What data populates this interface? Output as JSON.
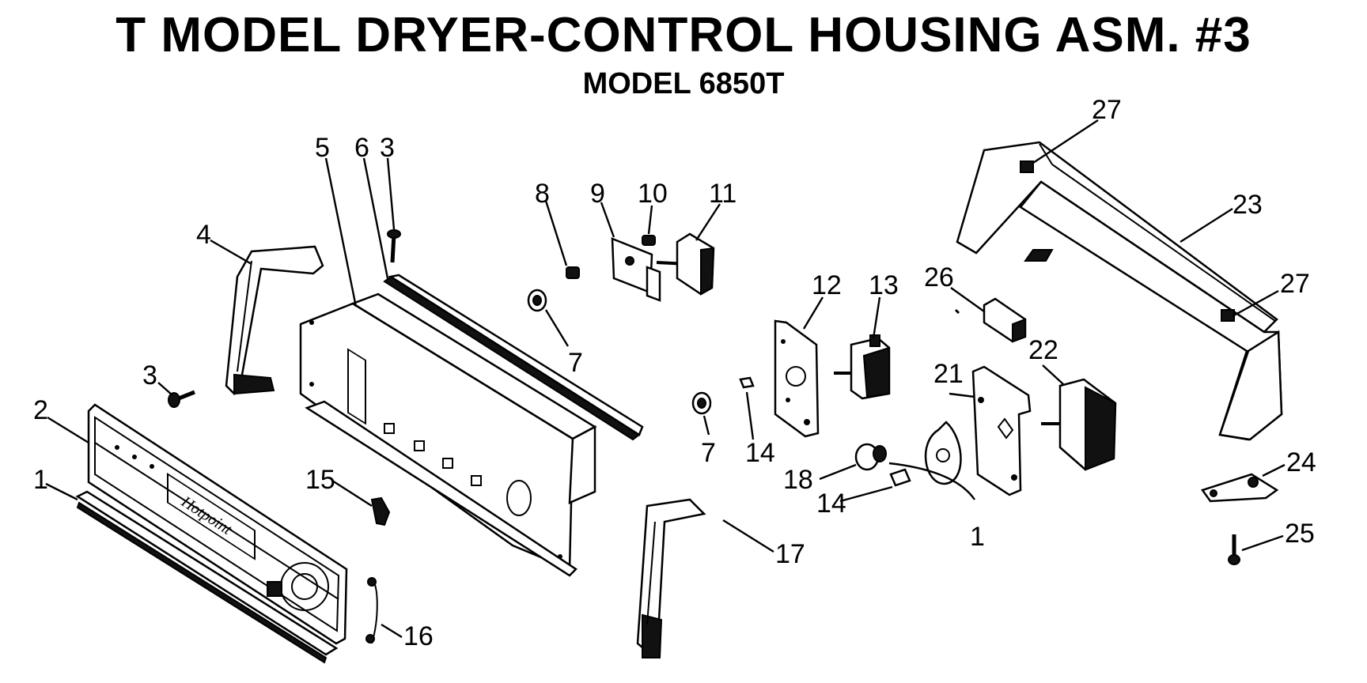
{
  "title": "T MODEL DRYER-CONTROL HOUSING ASM. #3",
  "subtitle": "MODEL 6850T",
  "panel_brand": "Hotpoint",
  "callouts": {
    "c1a": "1",
    "c2": "2",
    "c3a": "3",
    "c3b": "3",
    "c4": "4",
    "c5": "5",
    "c6": "6",
    "c7a": "7",
    "c7b": "7",
    "c8": "8",
    "c9": "9",
    "c10": "10",
    "c11": "11",
    "c12": "12",
    "c13": "13",
    "c14a": "14",
    "c14b": "14",
    "c15": "15",
    "c16": "16",
    "c17": "17",
    "c18": "18",
    "c1b": "1",
    "c21": "21",
    "c22": "22",
    "c23": "23",
    "c24": "24",
    "c25": "25",
    "c26": "26",
    "c27a": "27",
    "c27b": "27"
  }
}
